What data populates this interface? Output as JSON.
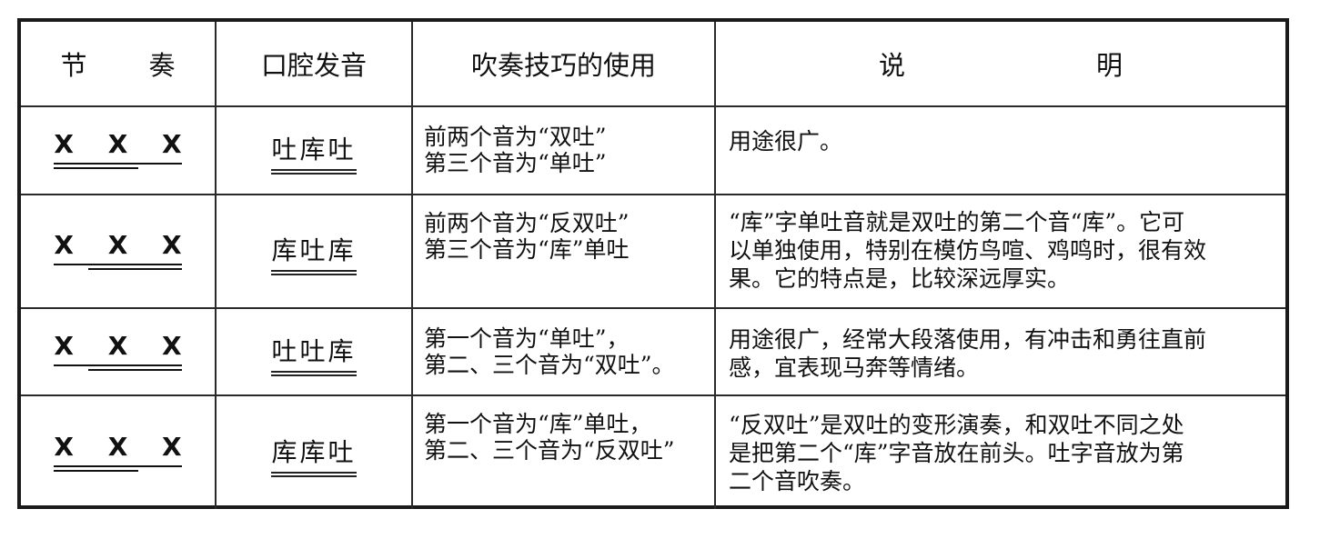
{
  "table": {
    "headers": {
      "rhythm": [
        "节",
        "奏"
      ],
      "mouth": "口腔发音",
      "technique": "吹奏技巧的使用",
      "note": [
        "说",
        "明"
      ]
    },
    "rows": [
      {
        "rhythm": "X X X",
        "mouth": "吐库吐",
        "technique": [
          "前两个音为“双吐”",
          "第三个音为“单吐”"
        ],
        "note": [
          "用途很广。"
        ]
      },
      {
        "rhythm": "X X X",
        "mouth": "库吐库",
        "technique": [
          "前两个音为“反双吐”",
          "第三个音为“库”单吐"
        ],
        "note": [
          "“库”字单吐音就是双吐的第二个音“库”。它可",
          "以单独使用，特别在模仿鸟喧、鸡鸣时，很有效",
          "果。它的特点是，比较深远厚实。"
        ]
      },
      {
        "rhythm": "X X X",
        "mouth": "吐吐库",
        "technique": [
          "第一个音为“单吐”，",
          "第二、三个音为“双吐”。"
        ],
        "note": [
          "用途很广，经常大段落使用，有冲击和勇往直前",
          "感，宜表现马奔等情绪。"
        ]
      },
      {
        "rhythm": "X X X",
        "mouth": "库库吐",
        "technique": [
          "第一个音为“库”单吐，",
          "第二、三个音为“反双吐”"
        ],
        "note": [
          "“反双吐”是双吐的变形演奏，和双吐不同之处",
          "是把第二个“库”字音放在前头。吐字音放为第",
          "二个音吹奏。"
        ]
      }
    ]
  }
}
